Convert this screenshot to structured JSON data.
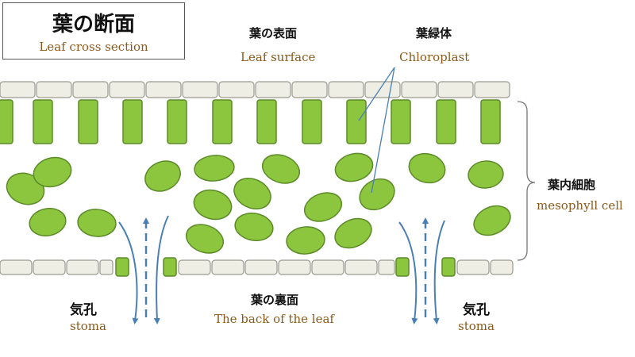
{
  "title": {
    "ja": "葉の断面",
    "en": "Leaf cross section"
  },
  "labels": {
    "leaf_surface": {
      "ja": "葉の表面",
      "en": "Leaf surface"
    },
    "chloroplast": {
      "ja": "葉緑体",
      "en": "Chloroplast"
    },
    "mesophyll_cell": {
      "ja": "葉内細胞",
      "en": "mesophyll cell"
    },
    "leaf_back": {
      "ja": "葉の裏面",
      "en": "The back of the leaf"
    },
    "stoma_left": {
      "ja": "気孔",
      "en": "stoma"
    },
    "stoma_right": {
      "ja": "気孔",
      "en": "stoma"
    }
  },
  "colors": {
    "epidermis_fill": "#eeeee4",
    "epidermis_stroke": "#9a9a90",
    "chloroplast_fill": "#8cc63f",
    "chloroplast_stroke": "#5c8a28",
    "arrow": "#4a7fb5",
    "pointer_line": "#4a7fb5",
    "label_en": "#8a5a1c"
  }
}
